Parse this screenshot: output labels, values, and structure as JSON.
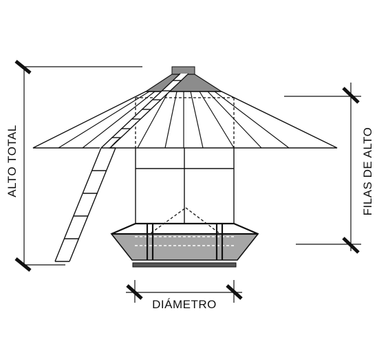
{
  "labels": {
    "total_height": "ALTO TOTAL",
    "rows_height": "FILAS DE ALTO",
    "diameter": "DIÁMETRO"
  },
  "colors": {
    "line": "#111111",
    "roof_cap": "#8c8c8c",
    "trough_fill": "#a6a6a6",
    "base_bar": "#555555",
    "background": "#ffffff"
  }
}
